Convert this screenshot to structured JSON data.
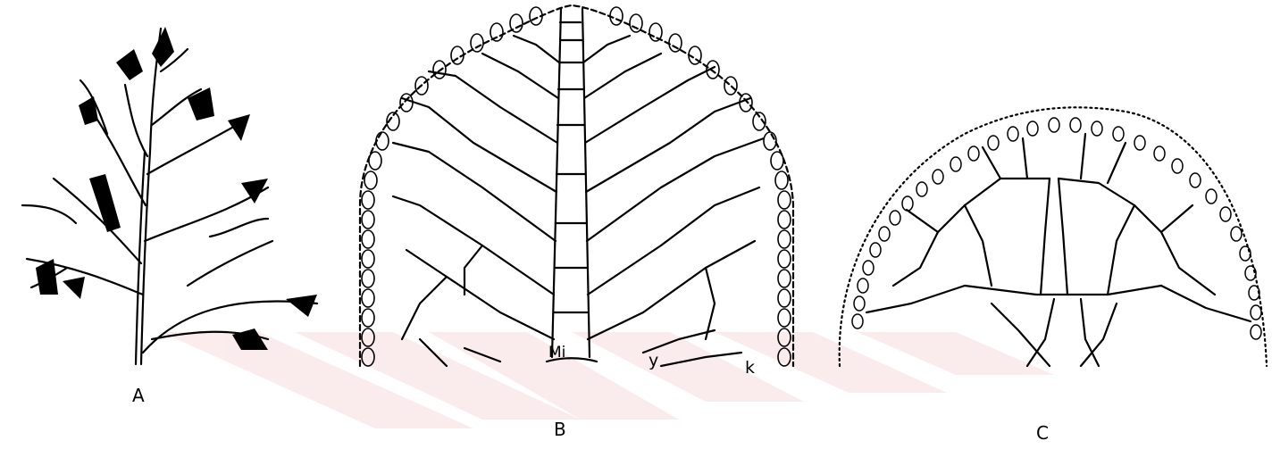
{
  "figure": {
    "panel_a": {
      "label": "A"
    },
    "panel_b": {
      "label": "B",
      "annotations": {
        "mi": "Mi",
        "y": "y",
        "k": "k"
      }
    },
    "panel_c": {
      "label": "C"
    }
  },
  "colors": {
    "ink": "#000000",
    "watermark": "#f5dada",
    "background": "#ffffff"
  }
}
